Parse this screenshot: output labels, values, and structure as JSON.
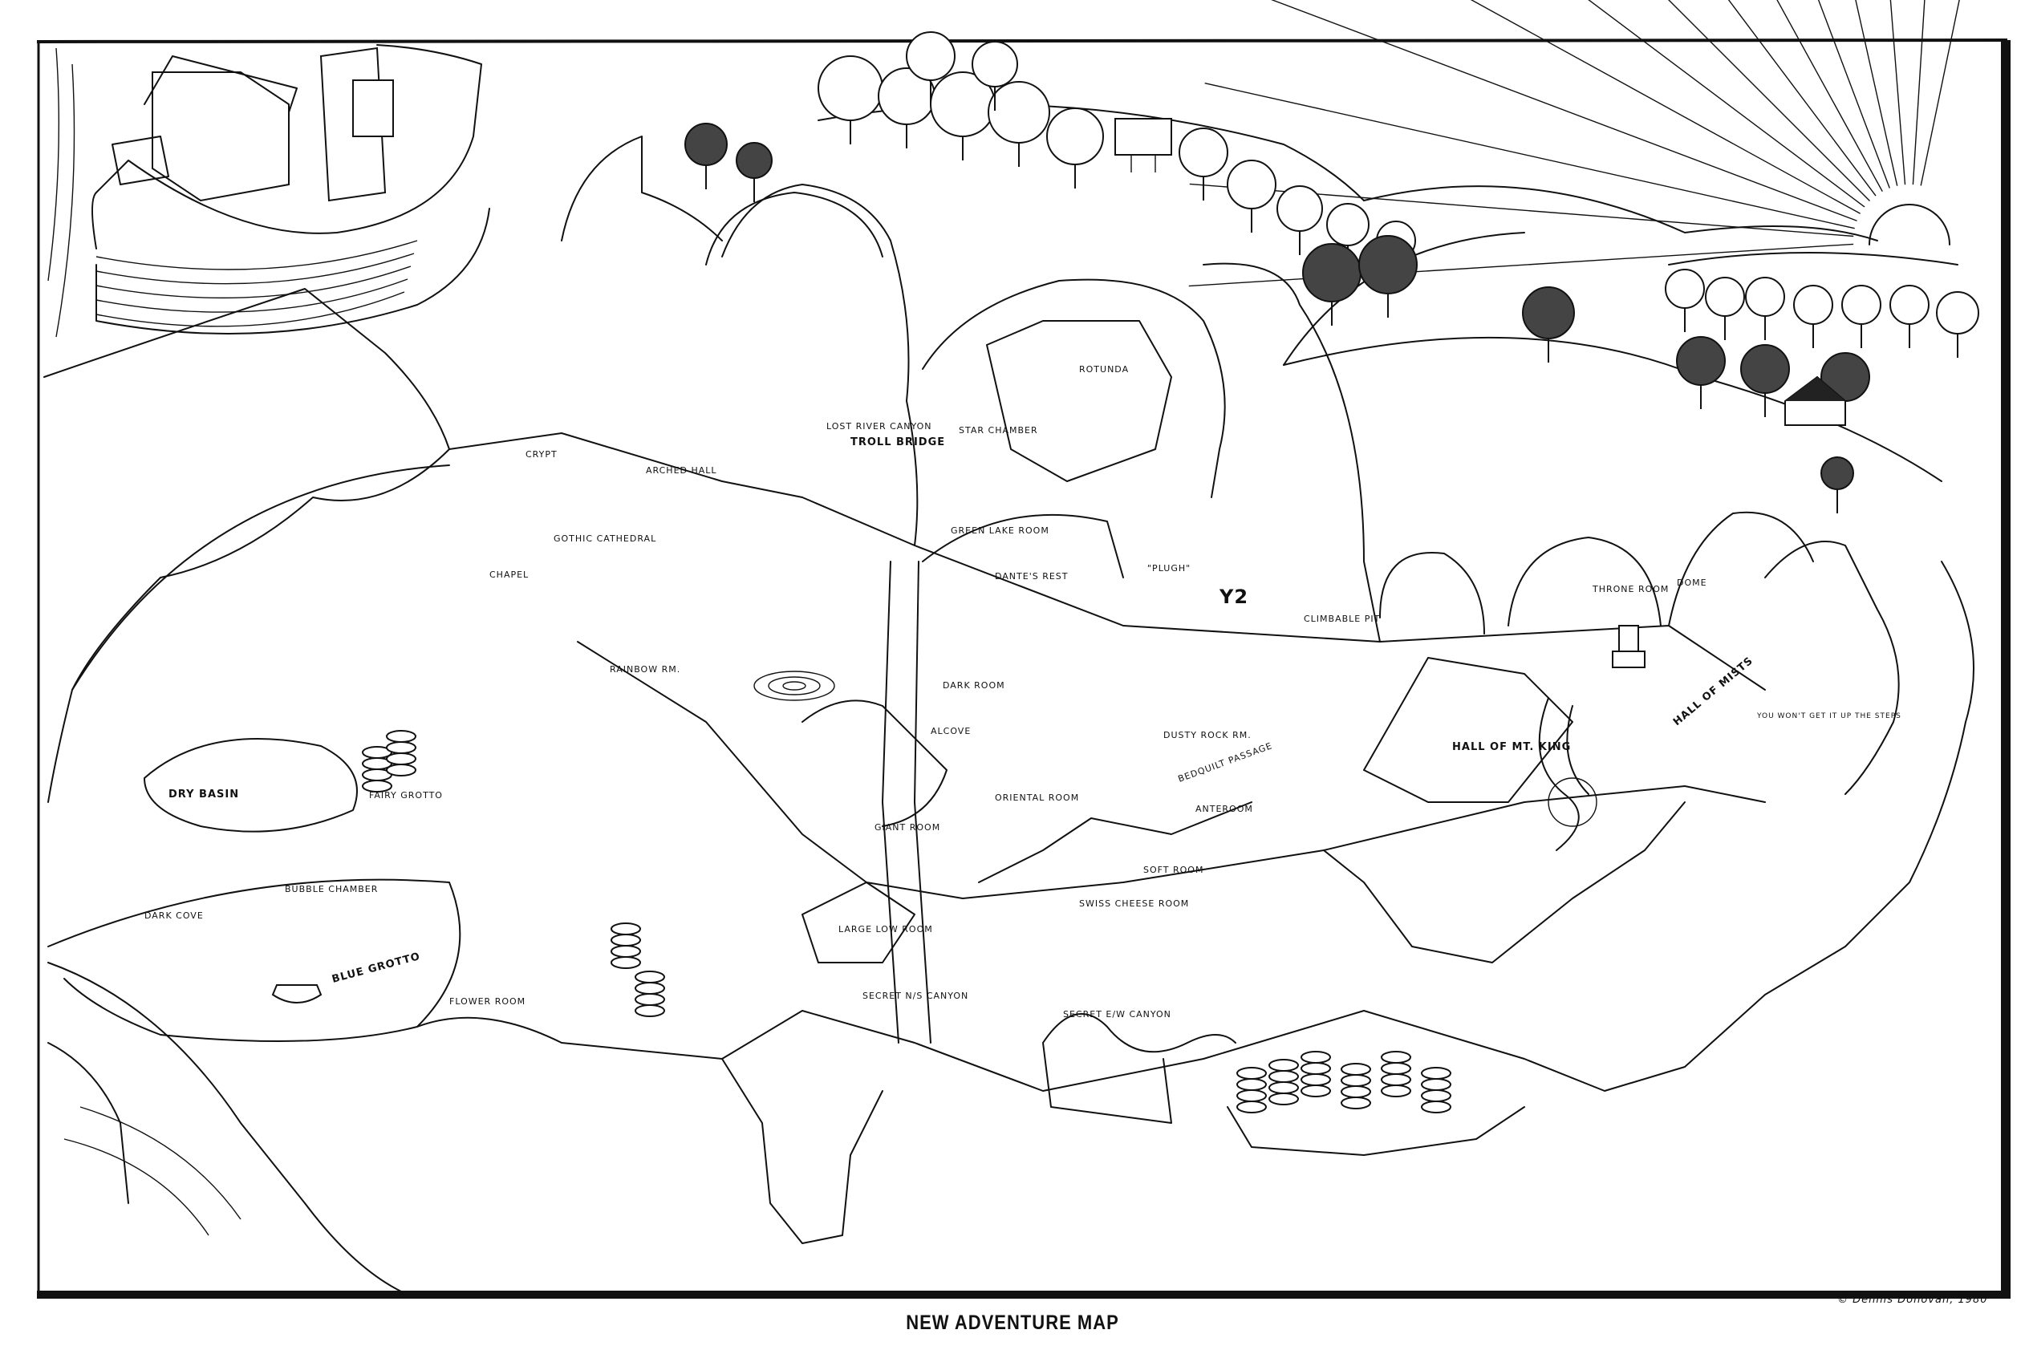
{
  "title": "NEW ADVENTURE MAP",
  "copyright": "© Dennis Donovan, 1980",
  "colors": {
    "ink": "#111111",
    "paper": "#ffffff"
  },
  "labels": {
    "dry_basin": "DRY BASIN",
    "dark_cove": "DARK COVE",
    "bubble_chamber": "BUBBLE CHAMBER",
    "blue_grotto": "BLUE GROTTO",
    "fairy_grotto": "FAIRY GROTTO",
    "flower_room": "FLOWER ROOM",
    "crypt": "CRYPT",
    "arched_hall": "ARCHED HALL",
    "gothic_cathedral": "GOTHIC CATHEDRAL",
    "chapel": "CHAPEL",
    "rainbow_room": "RAINBOW RM.",
    "lost_river_canyon": "LOST RIVER CANYON",
    "troll_bridge": "TROLL BRIDGE",
    "star_chamber": "STAR CHAMBER",
    "rotunda": "ROTUNDA",
    "green_lake_room": "GREEN LAKE ROOM",
    "dantes_rest": "DANTE'S REST",
    "dark_room": "DARK ROOM",
    "alcove": "ALCOVE",
    "plugh": "\"PLUGH\"",
    "y2": "Y2",
    "climbable_pit": "CLIMBABLE PIT",
    "dusty_rock_room": "DUSTY ROCK RM.",
    "bedquilt_passage": "BEDQUILT PASSAGE",
    "hall_of_mt_king": "HALL OF MT. KING",
    "throne_room": "THRONE ROOM",
    "dome": "DOME",
    "hall_of_mists": "HALL OF MISTS",
    "steps_note": "YOU WON'T GET IT UP THE STEPS",
    "oriental_room": "ORIENTAL ROOM",
    "giant_room": "GIANT ROOM",
    "large_low_room": "LARGE LOW ROOM",
    "swiss_cheese_room": "SWISS CHEESE ROOM",
    "soft_room": "SOFT ROOM",
    "anteroom": "ANTEROOM",
    "secret_ns_canyon": "SECRET N/S CANYON",
    "secret_ew_canyon": "SECRET E/W CANYON"
  }
}
